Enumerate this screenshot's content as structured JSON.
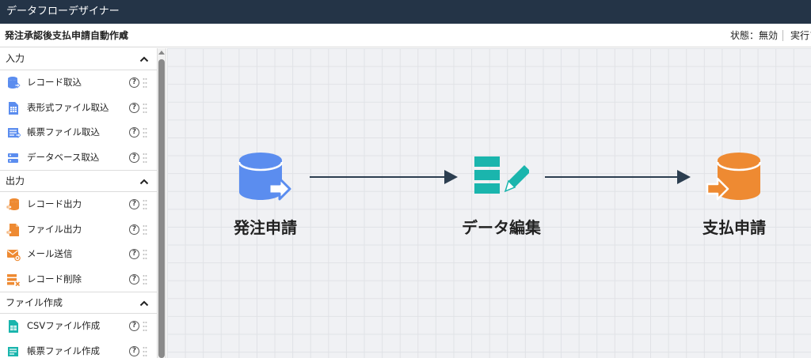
{
  "app": {
    "title": "データフローデザイナー"
  },
  "flow": {
    "name": "発注承認後支払申請自動作成",
    "status": "状態：無効",
    "run": "実行ア"
  },
  "sidebar": {
    "sections": [
      {
        "title": "入力",
        "items": [
          {
            "label": "レコード取込",
            "icon": "database-import-icon"
          },
          {
            "label": "表形式ファイル取込",
            "icon": "table-file-import-icon"
          },
          {
            "label": "帳票ファイル取込",
            "icon": "form-file-import-icon"
          },
          {
            "label": "データベース取込",
            "icon": "server-import-icon"
          }
        ]
      },
      {
        "title": "出力",
        "items": [
          {
            "label": "レコード出力",
            "icon": "database-export-icon"
          },
          {
            "label": "ファイル出力",
            "icon": "file-export-icon"
          },
          {
            "label": "メール送信",
            "icon": "mail-send-icon"
          },
          {
            "label": "レコード削除",
            "icon": "record-delete-icon"
          }
        ]
      },
      {
        "title": "ファイル作成",
        "items": [
          {
            "label": "CSVファイル作成",
            "icon": "csv-file-icon"
          },
          {
            "label": "帳票ファイル作成",
            "icon": "form-file-create-icon"
          }
        ]
      }
    ],
    "help_glyph": "?"
  },
  "canvas": {
    "nodes": [
      {
        "label": "発注申請",
        "icon": "database-import-icon",
        "color": "#5b8def"
      },
      {
        "label": "データ編集",
        "icon": "edit-data-icon",
        "color": "#1ab5ad"
      },
      {
        "label": "支払申請",
        "icon": "database-export-icon",
        "color": "#ee8a32"
      }
    ],
    "edge_color": "#2c3e50"
  },
  "colors": {
    "titlebar": "#243447",
    "input_blue": "#5b8def",
    "output_orange": "#ee8a32",
    "file_teal": "#1ab5ad"
  }
}
